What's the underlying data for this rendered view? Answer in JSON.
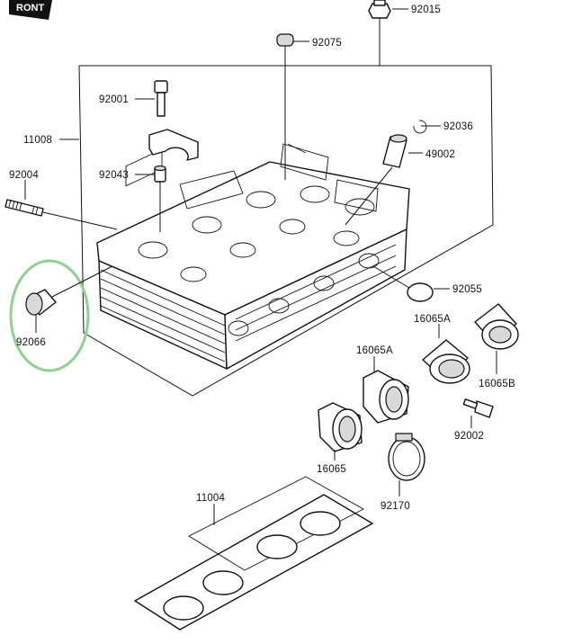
{
  "front_marker": {
    "text": "RONT"
  },
  "highlight_color": "#8fd18f",
  "parts": [
    {
      "id": "p92015",
      "number": "92015"
    },
    {
      "id": "p92075",
      "number": "92075"
    },
    {
      "id": "p92001",
      "number": "92001"
    },
    {
      "id": "p11008",
      "number": "11008"
    },
    {
      "id": "p92036",
      "number": "92036"
    },
    {
      "id": "p49002",
      "number": "49002"
    },
    {
      "id": "p92043",
      "number": "92043"
    },
    {
      "id": "p92004",
      "number": "92004"
    },
    {
      "id": "p92055",
      "number": "92055"
    },
    {
      "id": "p16065A_1",
      "number": "16065A"
    },
    {
      "id": "p92066",
      "number": "92066"
    },
    {
      "id": "p16065A_2",
      "number": "16065A"
    },
    {
      "id": "p16065B",
      "number": "16065B"
    },
    {
      "id": "p92002",
      "number": "92002"
    },
    {
      "id": "p16065",
      "number": "16065"
    },
    {
      "id": "p11004",
      "number": "11004"
    },
    {
      "id": "p92170",
      "number": "92170"
    }
  ]
}
